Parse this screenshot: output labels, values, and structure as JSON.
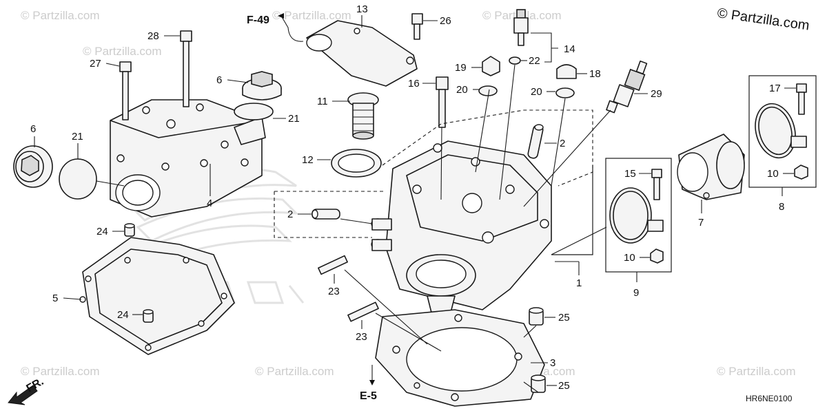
{
  "copyright": "© Partzilla.com",
  "watermark": "© Partzilla.com",
  "diagram_code": "HR6NE0100",
  "refs": {
    "f49": "F-49",
    "e5": "E-5",
    "front": "FR."
  },
  "callouts": {
    "c1": "1",
    "c2a": "2",
    "c2b": "2",
    "c3": "3",
    "c4": "4",
    "c5": "5",
    "c6a": "6",
    "c6b": "6",
    "c7": "7",
    "c8": "8",
    "c9": "9",
    "c10a": "10",
    "c10b": "10",
    "c11": "11",
    "c12": "12",
    "c13": "13",
    "c14": "14",
    "c15": "15",
    "c16": "16",
    "c17": "17",
    "c18": "18",
    "c19": "19",
    "c20a": "20",
    "c20b": "20",
    "c21a": "21",
    "c21b": "21",
    "c22": "22",
    "c23a": "23",
    "c23b": "23",
    "c24a": "24",
    "c24b": "24",
    "c25a": "25",
    "c25b": "25",
    "c26": "26",
    "c27": "27",
    "c28": "28",
    "c29": "29"
  }
}
